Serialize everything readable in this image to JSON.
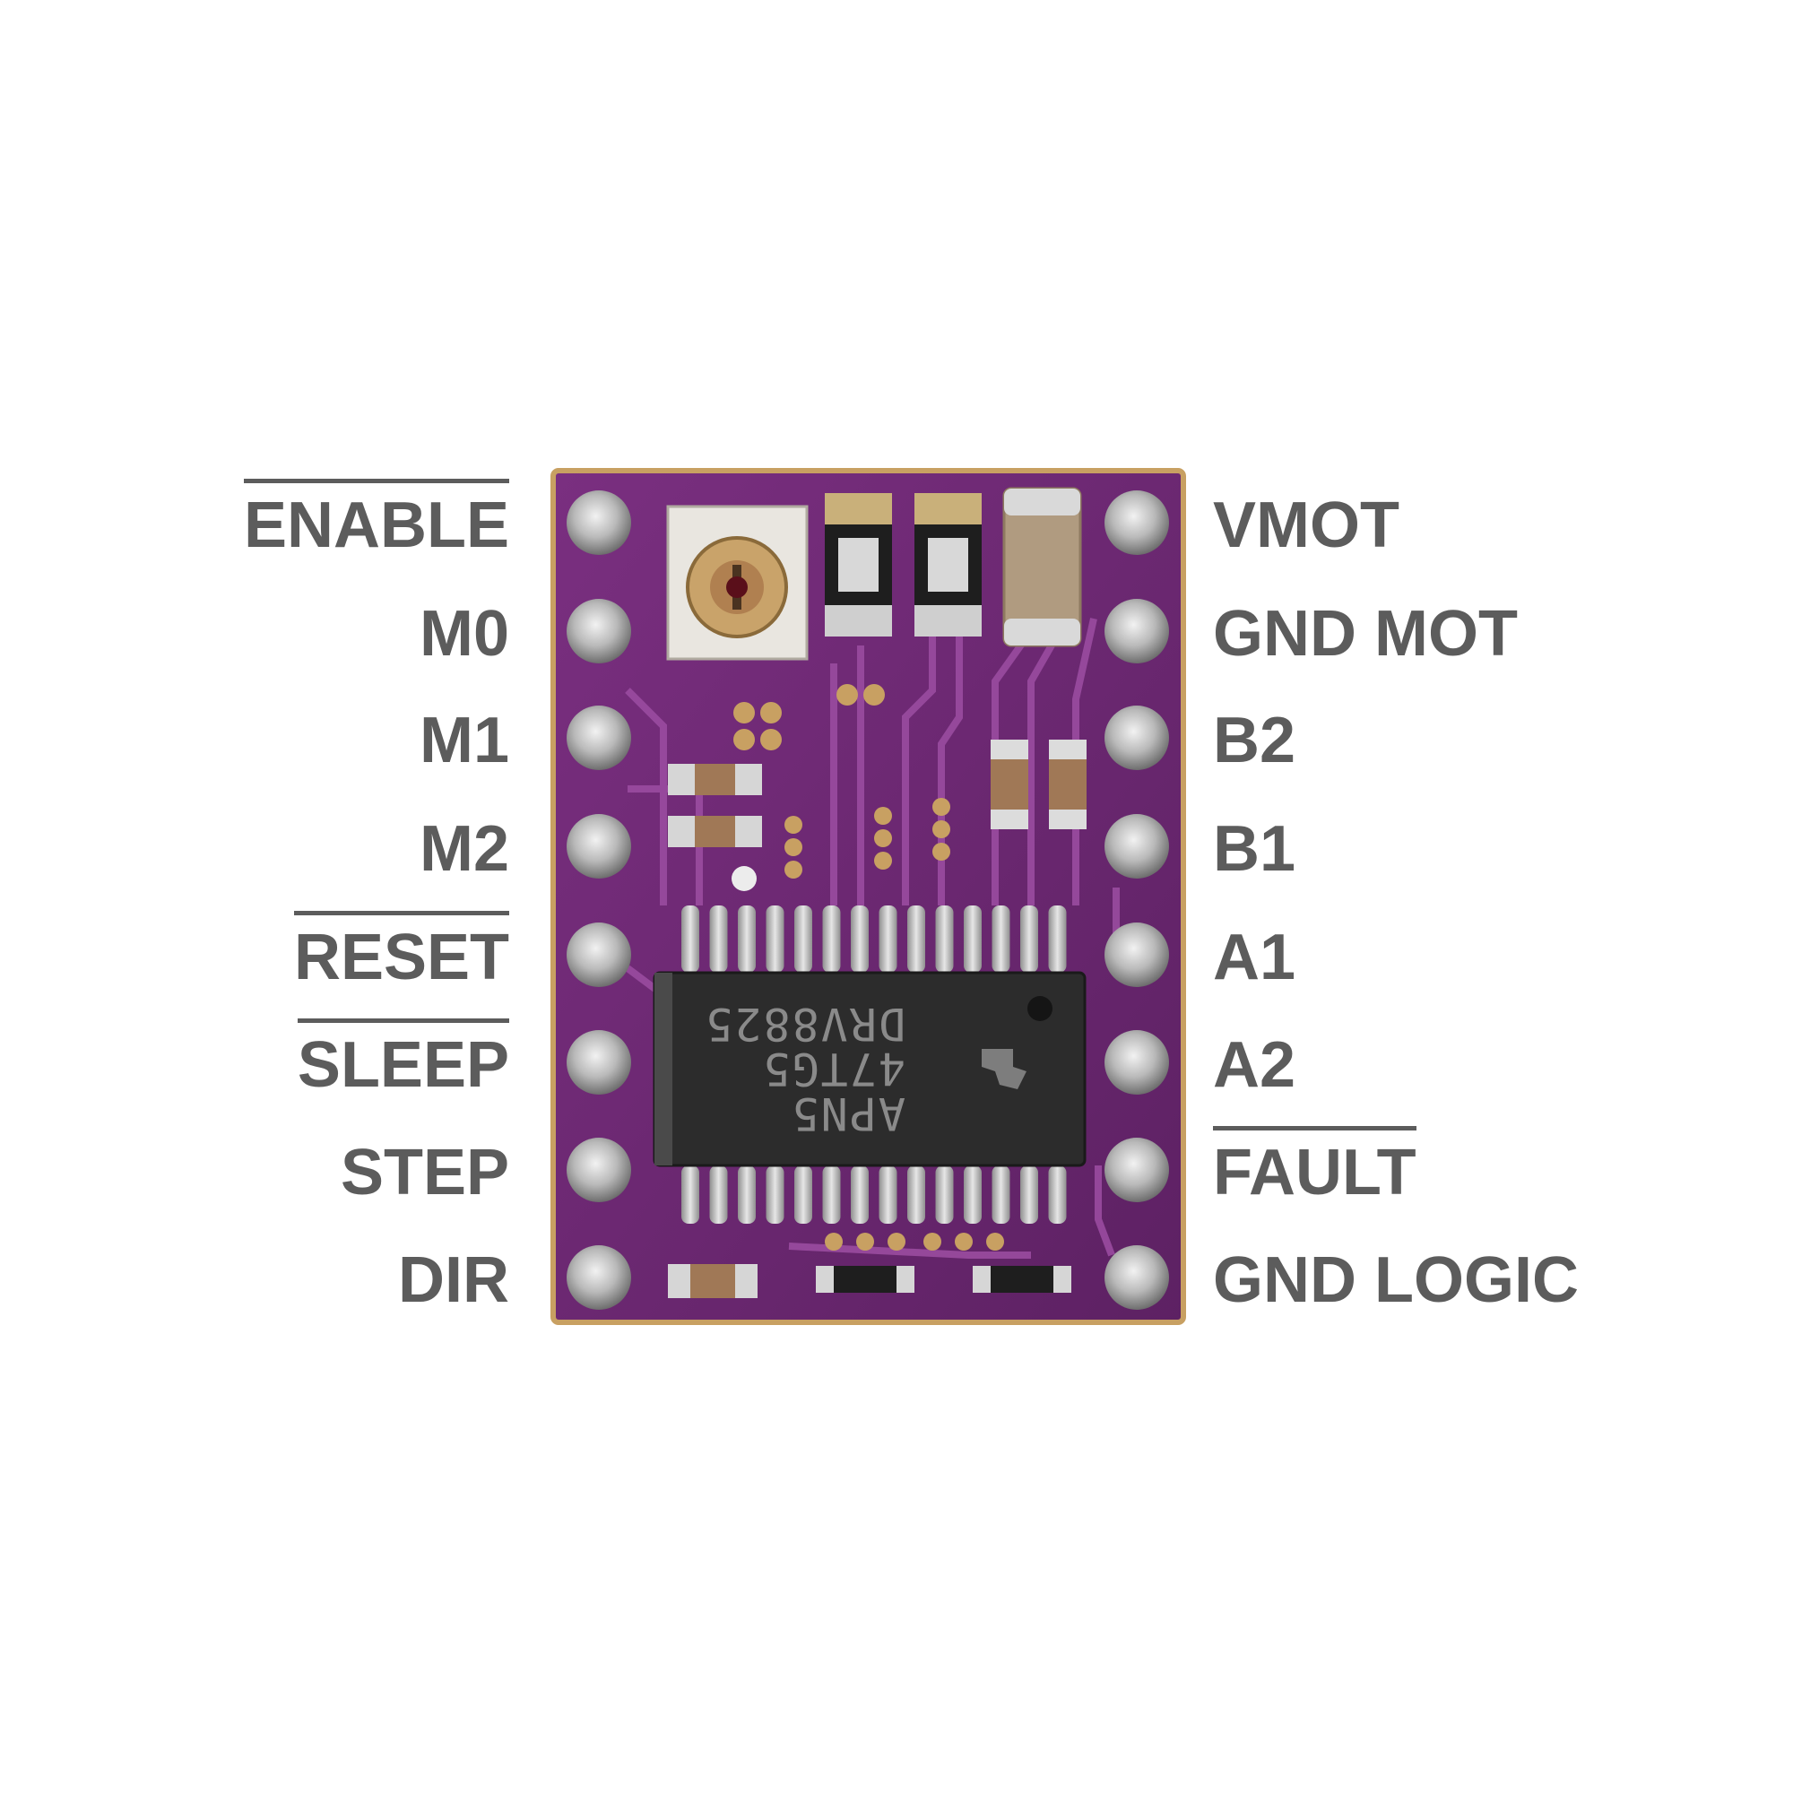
{
  "pins_left": [
    {
      "label": "ENABLE",
      "active_low": true
    },
    {
      "label": "M0",
      "active_low": false
    },
    {
      "label": "M1",
      "active_low": false
    },
    {
      "label": "M2",
      "active_low": false
    },
    {
      "label": "RESET",
      "active_low": true
    },
    {
      "label": "SLEEP",
      "active_low": true
    },
    {
      "label": "STEP",
      "active_low": false
    },
    {
      "label": "DIR",
      "active_low": false
    }
  ],
  "pins_right": [
    {
      "label": "VMOT",
      "active_low": false
    },
    {
      "label": "GND MOT",
      "active_low": false
    },
    {
      "label": "B2",
      "active_low": false
    },
    {
      "label": "B1",
      "active_low": false
    },
    {
      "label": "A1",
      "active_low": false
    },
    {
      "label": "A2",
      "active_low": false
    },
    {
      "label": "FAULT",
      "active_low": true
    },
    {
      "label": "GND LOGIC",
      "active_low": false
    }
  ],
  "chip": {
    "line1": "APN5",
    "line2": "47TG5",
    "line3": "DRV8825"
  },
  "colors": {
    "pcb": "#6e2a73",
    "pcb_dark": "#4a1650",
    "trace": "#8d3f93",
    "pad": "#c9b07a",
    "label": "#5c5c5c",
    "chip_body": "#2a2a2a"
  }
}
